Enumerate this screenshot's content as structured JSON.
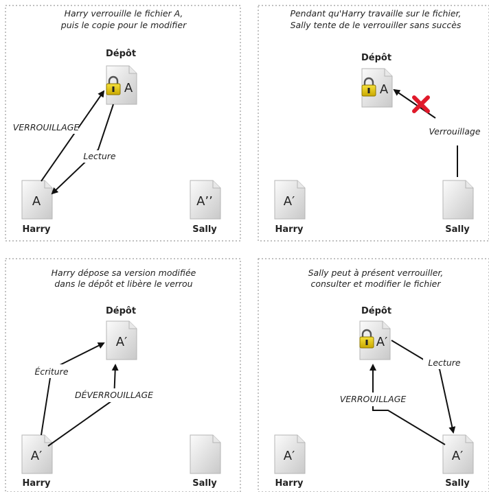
{
  "panels": [
    {
      "caption": [
        "Harry verrouille le fichier A,",
        "puis le copie pour le modifier"
      ],
      "repo_label": "Dépôt",
      "repo_doc": {
        "letter": "A",
        "locked": true
      },
      "harry": {
        "label": "Harry",
        "letter": "A"
      },
      "sally": {
        "label": "Sally",
        "letter": "A’’"
      },
      "arrows": [
        {
          "label": "VERROUILLAGE"
        },
        {
          "label": "Lecture"
        }
      ]
    },
    {
      "caption": [
        "Pendant qu'Harry travaille sur le fichier,",
        "Sally tente de le verrouiller sans succès"
      ],
      "repo_label": "Dépôt",
      "repo_doc": {
        "letter": "A",
        "locked": true
      },
      "harry": {
        "label": "Harry",
        "letter": "A′"
      },
      "sally": {
        "label": "Sally",
        "letter": ""
      },
      "arrows": [
        {
          "label": "Verrouillage",
          "failed": true
        }
      ]
    },
    {
      "caption": [
        "Harry dépose sa version modifiée",
        "dans le dépôt et libère le verrou"
      ],
      "repo_label": "Dépôt",
      "repo_doc": {
        "letter": "A′",
        "locked": false
      },
      "harry": {
        "label": "Harry",
        "letter": "A′"
      },
      "sally": {
        "label": "Sally",
        "letter": ""
      },
      "arrows": [
        {
          "label": "Écriture"
        },
        {
          "label": "DÉVERROUILLAGE"
        }
      ]
    },
    {
      "caption": [
        "Sally peut à présent verrouiller,",
        "consulter et modifier le fichier"
      ],
      "repo_label": "Dépôt",
      "repo_doc": {
        "letter": "A′",
        "locked": true
      },
      "harry": {
        "label": "Harry",
        "letter": "A′"
      },
      "sally": {
        "label": "Sally",
        "letter": "A′"
      },
      "arrows": [
        {
          "label": "VERROUILLAGE"
        },
        {
          "label": "Lecture"
        }
      ]
    }
  ]
}
